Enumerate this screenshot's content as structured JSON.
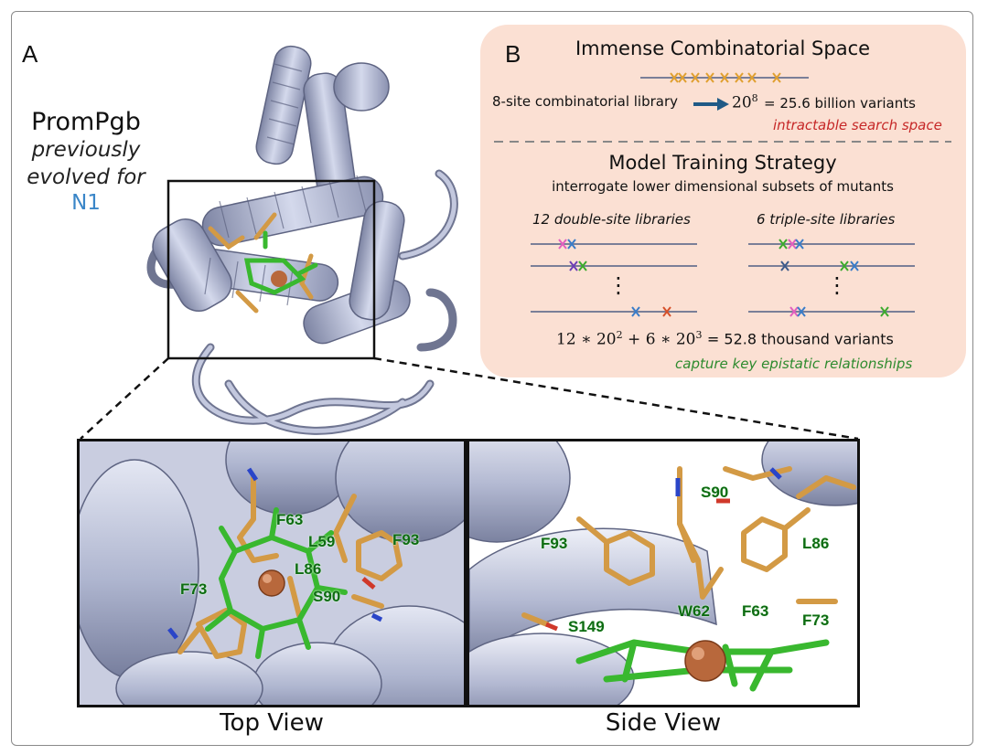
{
  "panel_a": {
    "letter": "A",
    "protein_name": "PromPgb",
    "sub_line1": "previously",
    "sub_line2": "evolved for",
    "target": "N1"
  },
  "panel_b": {
    "letter": "B",
    "title": "Immense Combinatorial Space",
    "library_text": "8-site combinatorial library",
    "variants_text": "= 25.6 billion variants",
    "power_base": "20",
    "power_exp": "8",
    "intractable": "intractable search space",
    "strategy_title": "Model Training Strategy",
    "strategy_sub": "interrogate lower dimensional subsets of mutants",
    "double_label": "12 double-site libraries",
    "triple_label": "6 triple-site libraries",
    "formula_text": "= 52.8 thousand variants",
    "formula_a": "12 ∗ 20",
    "formula_a_exp": "2",
    "formula_b": " + 6 ∗ 20",
    "formula_b_exp": "3",
    "capture": "capture key epistatic relationships",
    "ellipsis": "⋮"
  },
  "top_view": {
    "label": "Top View",
    "residues": [
      "F63",
      "L59",
      "F93",
      "L86",
      "F73",
      "S90"
    ]
  },
  "side_view": {
    "label": "Side View",
    "residues": [
      "S90",
      "F93",
      "L86",
      "W62",
      "F63",
      "F73",
      "S149"
    ]
  },
  "colors": {
    "protein": "#b6bdd6",
    "residue": "#d39a45",
    "heme": "#39b82f",
    "iron": "#b8683c",
    "panel_b_bg": "#fbe0d3",
    "mut_orange": "#e0a030",
    "mut_pink": "#e25fbf",
    "mut_blue": "#3a7cc8",
    "mut_green": "#3caa2e",
    "mut_purple": "#6d3fb6",
    "mut_red": "#d6502a",
    "mut_navy": "#3d5a8a"
  }
}
